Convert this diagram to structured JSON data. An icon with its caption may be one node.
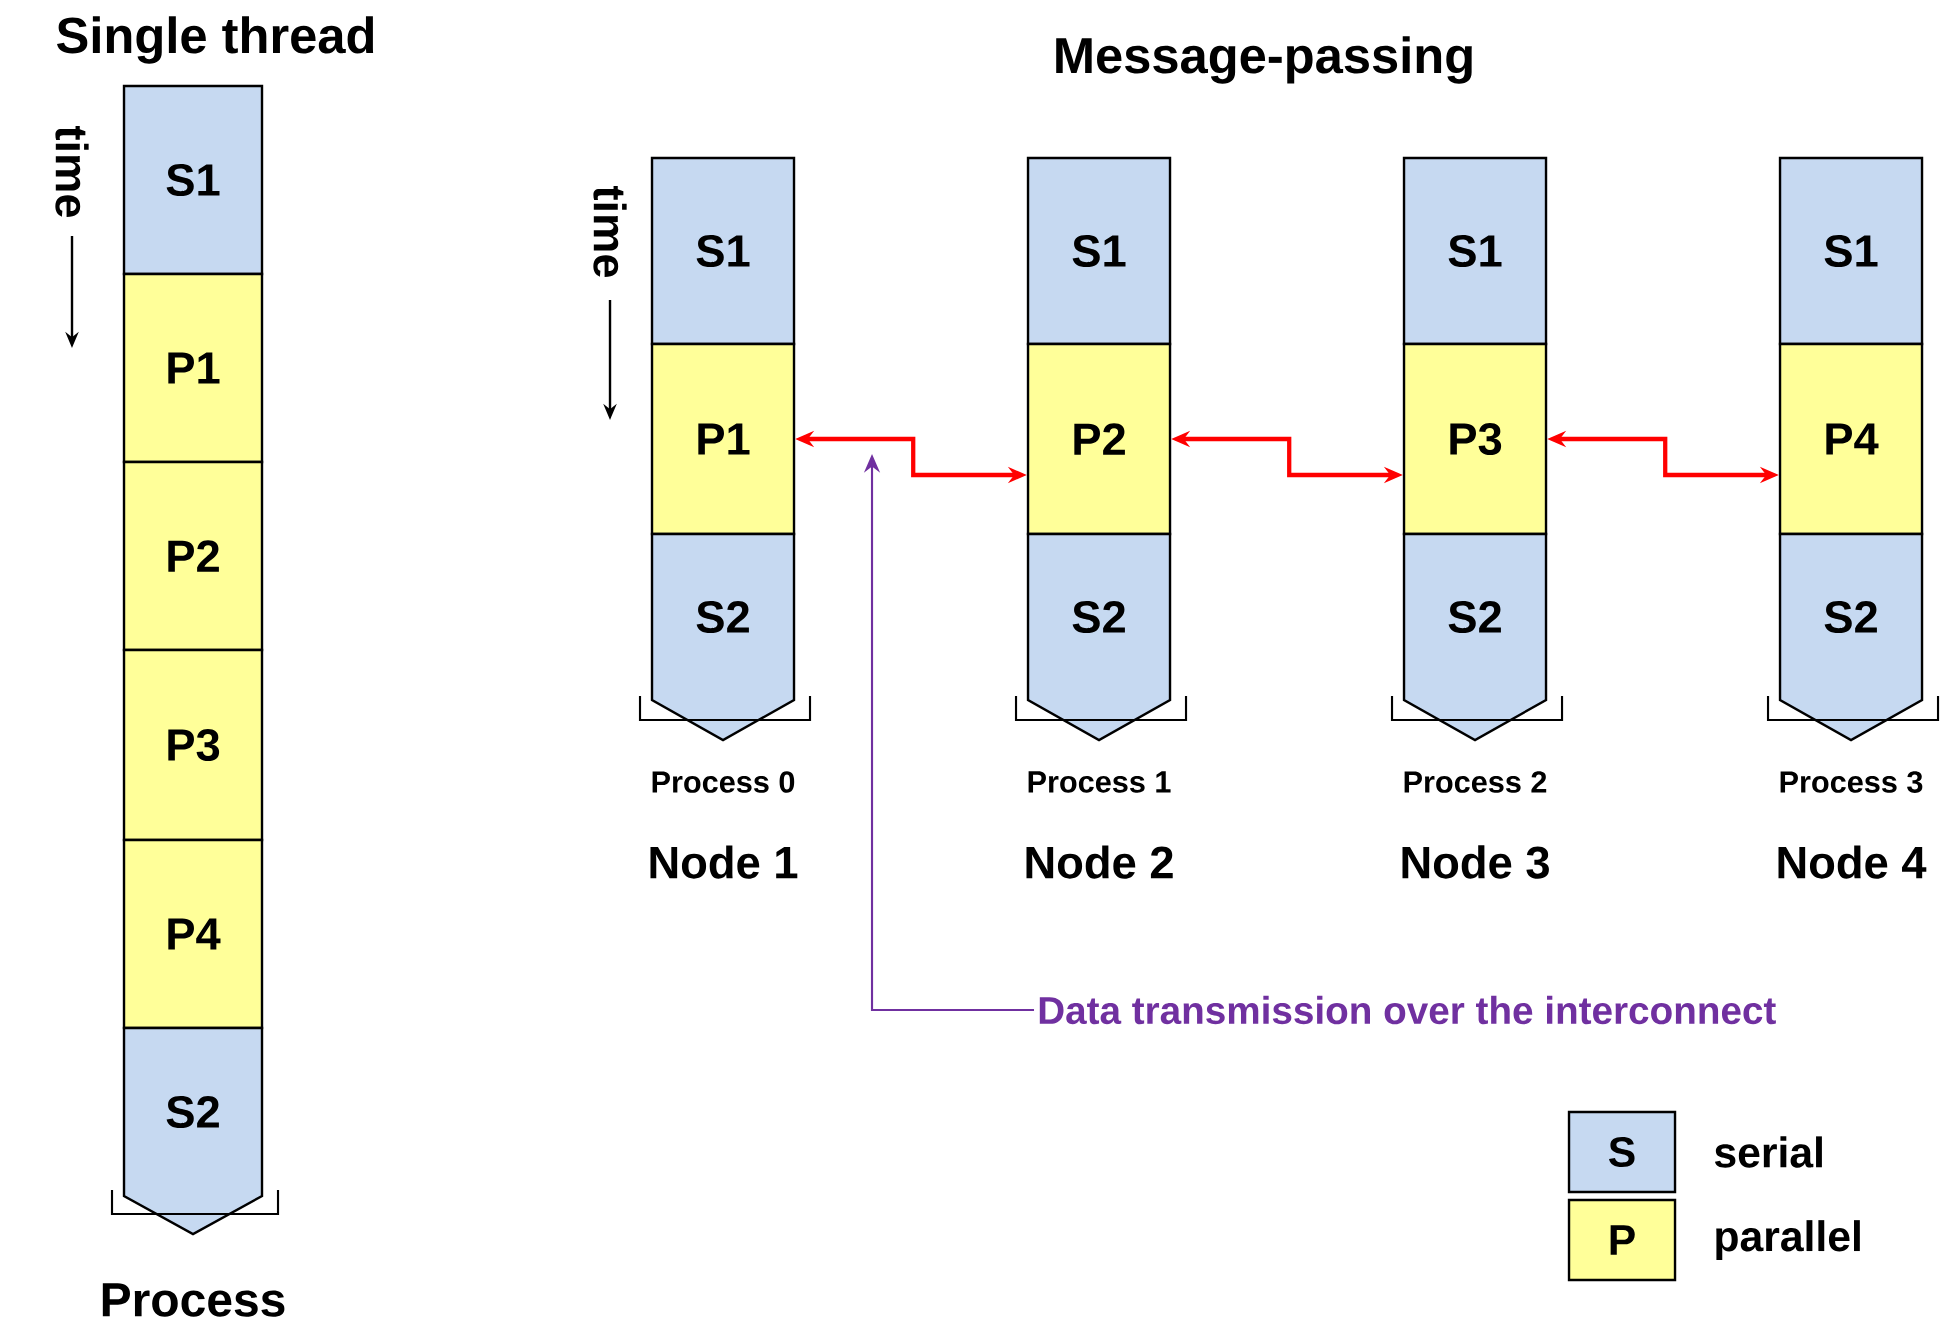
{
  "diagram": {
    "nodes": [
      {
        "text": [
          "S1"
        ]
      },
      {
        "text": [
          "P1"
        ]
      },
      {
        "text": [
          "P2"
        ]
      },
      {
        "text": [
          "P3"
        ]
      },
      {
        "text": [
          "P4"
        ]
      },
      {
        "text": [
          "S2"
        ],
        "beside": [
          "Process"
        ]
      },
      {
        "text": [
          "S1"
        ]
      },
      {
        "text": [
          "P1"
        ]
      },
      {
        "text": [
          "S2"
        ],
        "beside": [
          "Process 0",
          "Node 1"
        ]
      },
      {
        "text": [
          "S1"
        ]
      },
      {
        "text": [
          "P2"
        ]
      },
      {
        "text": [
          "S2"
        ],
        "beside": [
          "Process 1",
          "Node 2"
        ]
      },
      {
        "text": [
          "S1"
        ]
      },
      {
        "text": [
          "P3"
        ]
      },
      {
        "text": [
          "S2"
        ],
        "beside": [
          "Process 2",
          "Node 3"
        ]
      },
      {
        "text": [
          "S1"
        ]
      },
      {
        "text": [
          "P4"
        ]
      },
      {
        "text": [
          "S2"
        ],
        "beside": [
          "Process 3",
          "Node 4"
        ]
      },
      {
        "text": [
          "Data transmission over the interconnect"
        ]
      }
    ],
    "edges": [
      {
        "from": 7,
        "to": 10,
        "arrow": "both"
      },
      {
        "from": 10,
        "to": 13,
        "arrow": "both"
      },
      {
        "from": 13,
        "to": 16,
        "arrow": "both"
      },
      {
        "from": 18,
        "to": null,
        "arrow": "to",
        "color": "#7030a0"
      }
    ],
    "labels": [
      "Single thread",
      "Message-passing",
      "time",
      "time",
      "S",
      "P"
    ],
    "legend": [
      {
        "text": "serial",
        "color": "#c6d9f1"
      },
      {
        "text": "parallel",
        "color": "#ffff99"
      }
    ]
  }
}
